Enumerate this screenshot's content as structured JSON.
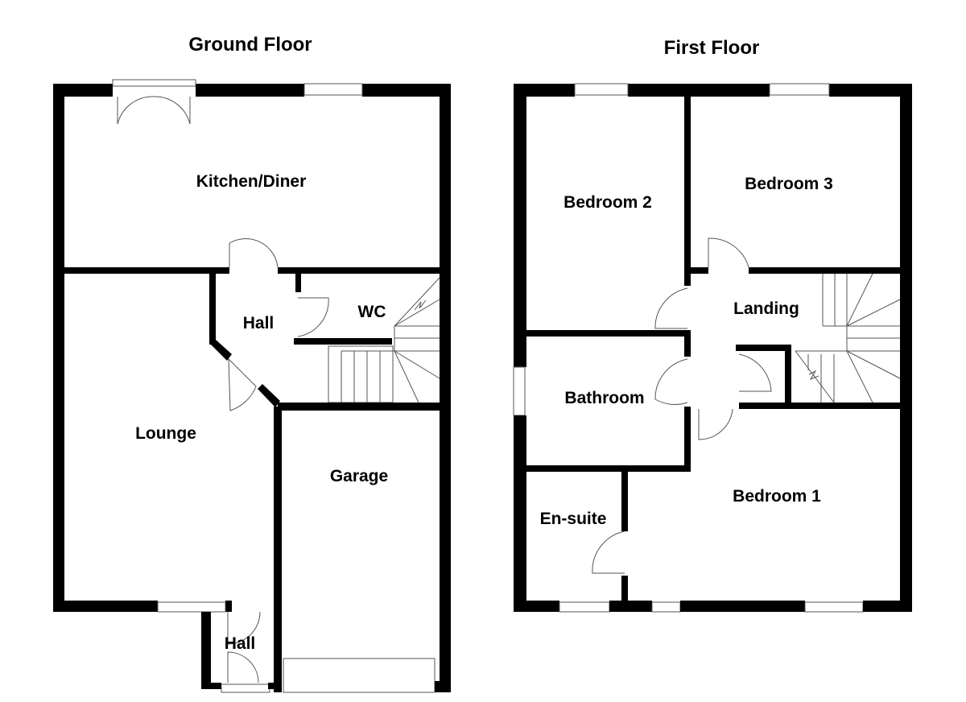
{
  "ground_floor": {
    "title": "Ground Floor",
    "rooms": {
      "kitchen": "Kitchen/Diner",
      "hall": "Hall",
      "wc": "WC",
      "lounge": "Lounge",
      "garage": "Garage",
      "porch_hall": "Hall"
    }
  },
  "first_floor": {
    "title": "First Floor",
    "rooms": {
      "bedroom2": "Bedroom 2",
      "bedroom3": "Bedroom 3",
      "landing": "Landing",
      "bathroom": "Bathroom",
      "bedroom1": "Bedroom 1",
      "ensuite": "En-suite"
    }
  }
}
